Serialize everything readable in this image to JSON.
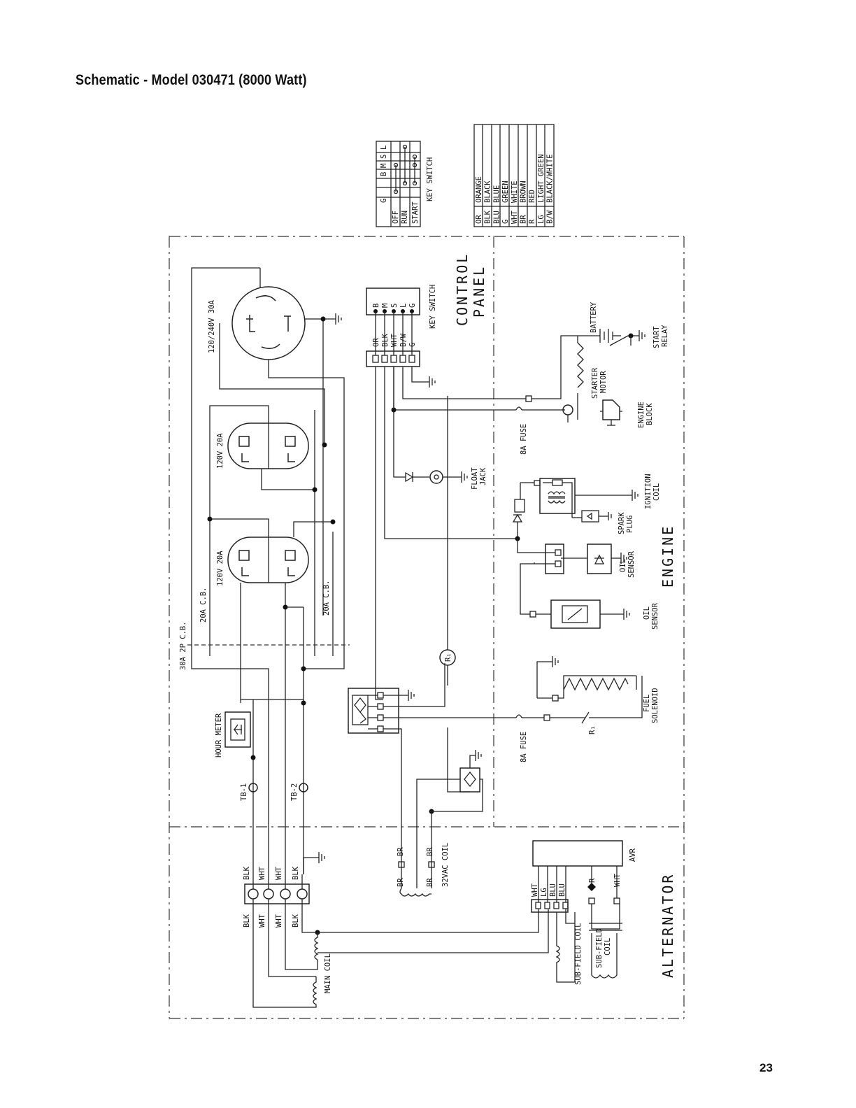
{
  "page": {
    "title": "Schematic - Model 030471 (8000 Watt)",
    "number": "23"
  },
  "sections": {
    "control_panel": "CONTROL PANEL",
    "control_line1": "CONTROL",
    "control_line2": "PANEL",
    "engine": "ENGINE",
    "alternator": "ALTERNATOR"
  },
  "key_switch_table": {
    "title": "KEY SWITCH",
    "headers": [
      "G",
      "B",
      "M",
      "S",
      "L"
    ],
    "rows": [
      "OFF",
      "RUN",
      "START"
    ]
  },
  "color_legend": {
    "rows": [
      {
        "code": "OR",
        "name": "ORANGE"
      },
      {
        "code": "BLK",
        "name": "BLACK"
      },
      {
        "code": "BLU",
        "name": "BLUE"
      },
      {
        "code": "G",
        "name": "GREEN"
      },
      {
        "code": "WHT",
        "name": "WHITE"
      },
      {
        "code": "BR",
        "name": "BROWN"
      },
      {
        "code": "R",
        "name": "RED"
      },
      {
        "code": "LG",
        "name": "LIGHT GREEN"
      },
      {
        "code": "B/W",
        "name": "BLACK/WHITE"
      }
    ]
  },
  "labels": {
    "receptacle_30a": "120/240V 30A",
    "receptacle_20a_top": "120V 20A",
    "receptacle_20a_bottom": "120V 20A",
    "key_switch": "KEY SWITCH",
    "key_terminals": [
      "B",
      "M",
      "S",
      "L",
      "G"
    ],
    "key_wires": [
      "OR",
      "BLK",
      "WHT",
      "B/W",
      "G"
    ],
    "battery": "BATTERY",
    "start_relay": "START RELAY",
    "start_relay_l1": "START",
    "start_relay_l2": "RELAY",
    "starter_motor": "STARTER MOTOR",
    "starter_motor_l1": "STARTER",
    "starter_motor_l2": "MOTOR",
    "engine_block": "ENGINE BLOCK",
    "engine_block_l1": "ENGINE",
    "engine_block_l2": "BLOCK",
    "fuse_top": "8A FUSE",
    "fuse_bottom": "8A FUSE",
    "float_jack_l1": "FLOAT",
    "float_jack_l2": "JACK",
    "ignition_coil_l1": "IGNITION",
    "ignition_coil_l2": "COIL",
    "spark_plug_l1": "SPARK",
    "spark_plug_l2": "PLUG",
    "oil_sensor_1_l1": "OIL",
    "oil_sensor_1_l2": "SENSOR",
    "oil_sensor_2_l1": "OIL",
    "oil_sensor_2_l2": "SENSOR",
    "fuel_solenoid_l1": "FUEL",
    "fuel_solenoid_l2": "SOLENOID",
    "r1_resistor": "R₁",
    "r1_contact": "R₁",
    "cb_30a": "30A 2P C.B.",
    "cb_20a_left": "20A C.B.",
    "cb_20a_right": "20A C.B.",
    "hour_meter": "HOUR METER",
    "tb1": "TB-1",
    "tb2": "TB-2",
    "main_coil": "MAIN COIL",
    "coil_32vac": "32VAC COIL",
    "br_top_1": "BR",
    "br_top_2": "BR",
    "br_bot_1": "BR",
    "br_bot_2": "BR",
    "avr": "AVR",
    "avr_wires": [
      "WHT",
      "LG",
      "BLU",
      "BLU"
    ],
    "avr_r": "R",
    "avr_wht": "WHT",
    "sub_field_coil": "SUB-FIELD COIL",
    "sub_field_coil_l1": "SUB-FIELD",
    "sub_field_coil_l2": "COIL",
    "terminal_top": [
      "BLK",
      "WHT",
      "WHT",
      "BLK"
    ],
    "terminal_bottom": [
      "BLK",
      "WHT",
      "WHT",
      "BLK"
    ]
  }
}
